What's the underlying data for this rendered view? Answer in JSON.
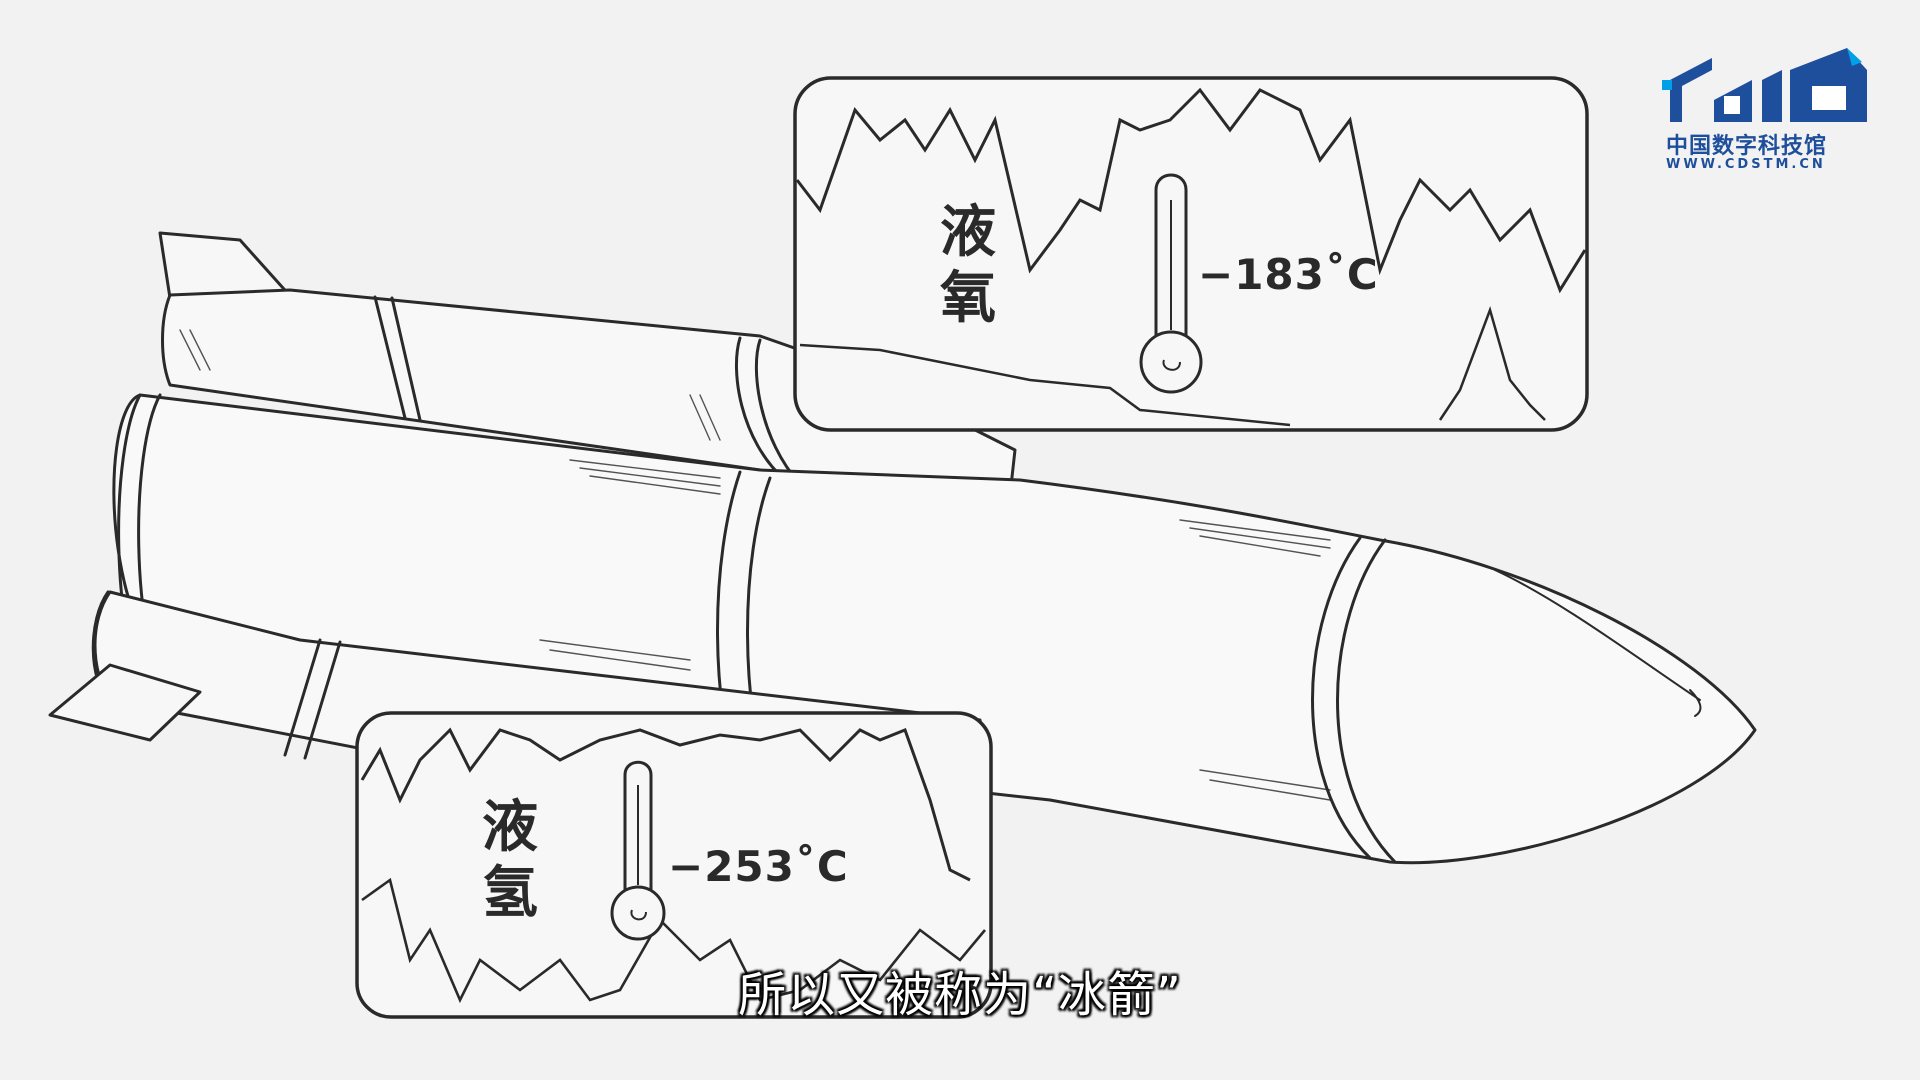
{
  "oxygen_panel": {
    "chem_line1": "液",
    "chem_line2": "氧",
    "temperature": "−183˚C"
  },
  "hydrogen_panel": {
    "chem_line1": "液",
    "chem_line2": "氢",
    "temperature": "−253˚C"
  },
  "logo": {
    "name": "中国数字科技馆",
    "url": "WWW.CDSTM.CN",
    "brand_color": "#1e4f9c",
    "accent_color": "#00a0e9"
  },
  "subtitle": "所以又被称为“冰箭”",
  "colors": {
    "background": "#f2f2f2",
    "line": "#2a2a2a"
  }
}
